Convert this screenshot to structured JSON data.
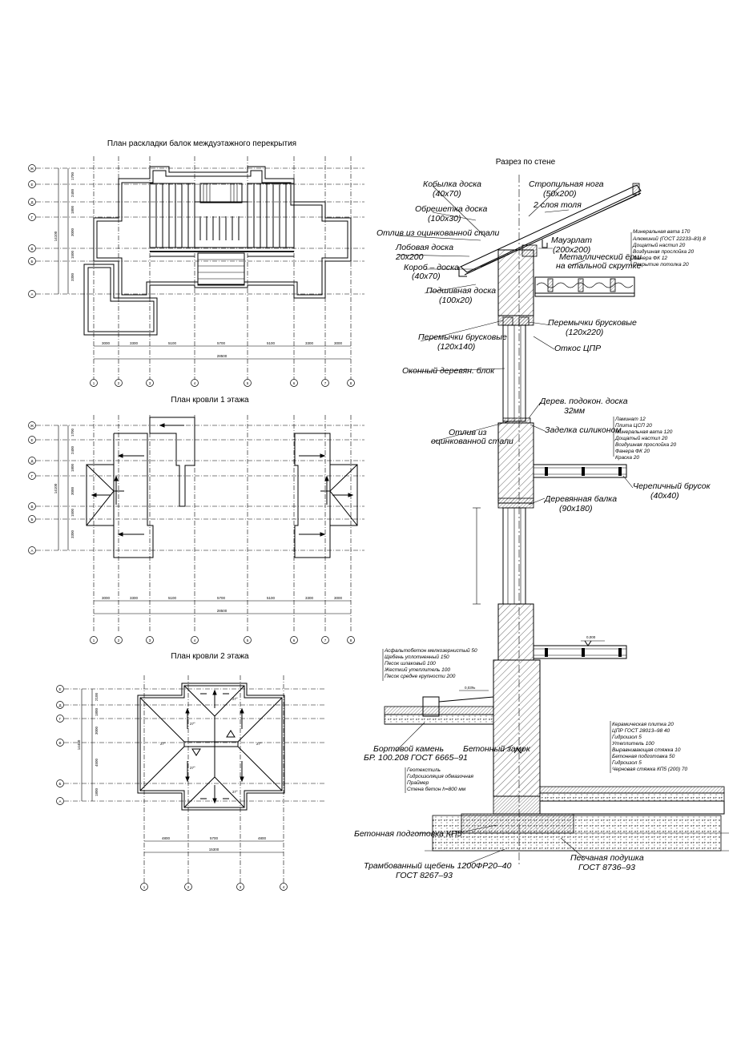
{
  "titles": {
    "beams": "План раскладки балок междуэтажного перекрытия",
    "roof1": "План кровли 1 этажа",
    "roof2": "План кровли 2 этажа",
    "section": "Разрез по стене"
  },
  "callouts": {
    "c1": "Кобылка доска",
    "c1b": "(40х70)",
    "c2": "Обрешетка доска",
    "c2b": "(100х30)",
    "c3": "Отлив из оцинкованной стали",
    "c4": "Лобовая доска",
    "c4b": "20х200",
    "c5": "Короб – доска",
    "c5b": "(40х70)",
    "c6": "Подшивная доска",
    "c6b": "(100х20)",
    "c7": "Стропильная нога",
    "c7b": "(50х200)",
    "c8": "2 слоя толя",
    "c9": "Мауэрлат",
    "c9b": "(200х200)",
    "c10": "Металлический ёрш",
    "c10b": "на стальной скрутке",
    "c11": "Перемычки брусковые",
    "c11b": "(120х140)",
    "c12": "Перемычки брусковые",
    "c12b": "(120х220)",
    "c13": "Откос ЦПР",
    "c14": "Оконный деревян. блок",
    "c15": "Дерев. подокон. доска",
    "c15b": "32мм",
    "c16": "Отлив из",
    "c16b": "оцинкованной стали",
    "c17": "Заделка силиконом",
    "c18": "Черепичный брусок",
    "c18b": "(40х40)",
    "c19": "Деревянная балка",
    "c19b": "(90х180)",
    "c20": "Бортовой камень",
    "c20b": "БР. 100.208 ГОСТ 6665–91",
    "c21": "Бетонный замок",
    "c22": "Бетонная подготовка КП5",
    "c23": "Трамбованный щебень 1200ФР20–40",
    "c23b": "ГОСТ 8267–93",
    "c24": "Песчаная подушка",
    "c24b": "ГОСТ 8736–93"
  },
  "layers": {
    "roof": [
      "Минеральная вата 170",
      "Алюминий (ГОСТ 22233–83) 8",
      "Дощатый настил 20",
      "Воздушная прослойка 20",
      "Фанера ФК 12",
      "Покрытие потолка 20"
    ],
    "floor": [
      "Ламинат 12",
      "Плита ЦСП 20",
      "Минеральная вата 120",
      "Дощатый настил 20",
      "Воздушная прослойка 20",
      "Фанера ФК 20",
      "Краска 20"
    ],
    "ground": [
      "Керамическая плитка 20",
      "ЦПР ГОСТ 28013–98 40",
      "Гидроизол 5",
      "Утеплитель 100",
      "Выравнивающая стяжка 10",
      "Бетонная подготовка 50",
      "Гидроизол 5",
      "Черновая стяжка КП5 (200) 70"
    ],
    "pavement": [
      "Асфальтобетон мелкозернистый 50",
      "Щебень уплотненный 150",
      "Песок шлаковый 100",
      "Жесткий утеплитель 100",
      "Песок средне крупности 200"
    ],
    "foundation": [
      "Геотекстиль",
      "Гидроизоляция обмазочная",
      "Праймер",
      "Стена бетон h=800 мм"
    ]
  },
  "marks": {
    "elev": "0,000",
    "slope": "0,03‰"
  },
  "plan1": {
    "axes_h": [
      "А",
      "Б",
      "В",
      "Г",
      "Д",
      "Е",
      "Ж"
    ],
    "axes_v": [
      "1",
      "2",
      "3",
      "4",
      "5",
      "6",
      "7",
      "8"
    ],
    "dims_v": [
      "1700",
      "2400",
      "1800",
      "3000",
      "1500",
      "3300"
    ],
    "dims_total_v": "14100",
    "dims_h": [
      "3000",
      "3300",
      "5100",
      "5700",
      "5100",
      "3300",
      "3000"
    ],
    "dims_total_h": "28500"
  },
  "plan2": {
    "dims_h": [
      "3000",
      "3300",
      "5100",
      "5700",
      "5100",
      "3300",
      "3000"
    ],
    "dims_total_h": "28500"
  },
  "plan3": {
    "axes_h": [
      "Е",
      "Д",
      "Г",
      "В",
      "Б",
      "А"
    ],
    "axes_v": [
      "1",
      "2",
      "3",
      "4"
    ],
    "dims_v": [
      "2100",
      "1800",
      "3000",
      "4500",
      "1800"
    ],
    "dims_total_v": "14400",
    "dims_h": [
      "4800",
      "5700",
      "4800"
    ],
    "dims_total_h": "15300",
    "slope": "27°"
  }
}
